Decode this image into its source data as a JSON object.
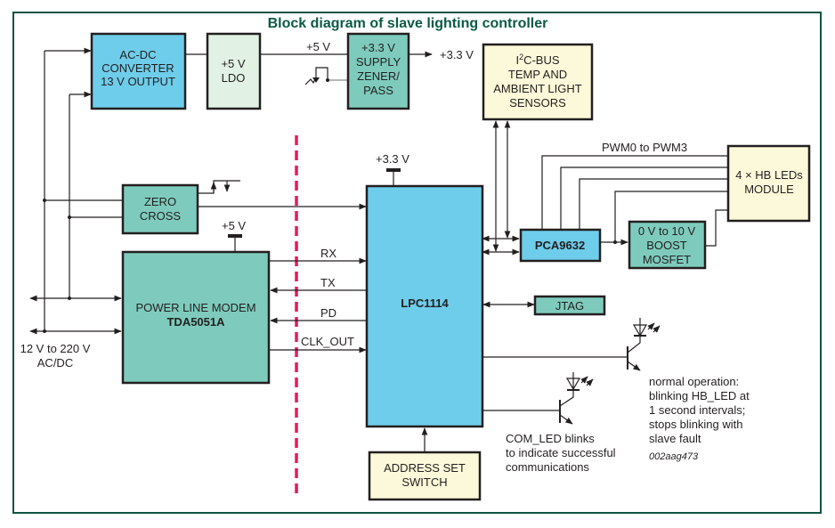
{
  "title": "Block diagram of slave lighting controller",
  "colors": {
    "frame": "#0e5443",
    "title": "#0b5a46",
    "blue_block": "#6ecdea",
    "teal_block": "#7ecbbd",
    "light_green_block": "#e1f1e4",
    "yellow_block": "#fbf9d9",
    "isolation_line": "#e8195a"
  },
  "blocks": {
    "acdc": [
      "AC-DC",
      "CONVERTER",
      "13 V OUTPUT"
    ],
    "ldo": [
      "+5 V",
      "LDO"
    ],
    "supply": [
      "+3.3 V",
      "SUPPLY",
      "ZENER/",
      "PASS"
    ],
    "sensors": [
      "I",
      "2",
      "C-BUS",
      "TEMP AND",
      "AMBIENT LIGHT",
      "SENSORS"
    ],
    "zero_cross": [
      "ZERO",
      "CROSS"
    ],
    "modem": [
      "POWER LINE MODEM",
      "TDA5051A"
    ],
    "mcu": "LPC1114",
    "pca": "PCA9632",
    "boost": [
      "0 V to 10 V",
      "BOOST",
      "MOSFET"
    ],
    "leds_module": [
      "4 × HB LEDs",
      "MODULE"
    ],
    "jtag": "JTAG",
    "address_switch": [
      "ADDRESS SET",
      "SWITCH"
    ]
  },
  "labels": {
    "ldo_out": "+5 V",
    "supply_out": "+3.3 V",
    "mcu_supply": "+3.3 V",
    "modem_supply": "+5 V",
    "pwm": "PWM0 to PWM3",
    "rx": "RX",
    "tx": "TX",
    "pd": "PD",
    "clk_out": "CLK_OUT",
    "input_voltage": [
      "12 V to 220 V",
      "AC/DC"
    ],
    "hb_led_note": [
      "normal operation:",
      "blinking HB_LED at",
      "1 second intervals;",
      "stops blinking with",
      "slave fault"
    ],
    "com_led_note": [
      "COM_LED blinks",
      "to indicate successful",
      "communications"
    ],
    "figure_id": "002aag473"
  }
}
